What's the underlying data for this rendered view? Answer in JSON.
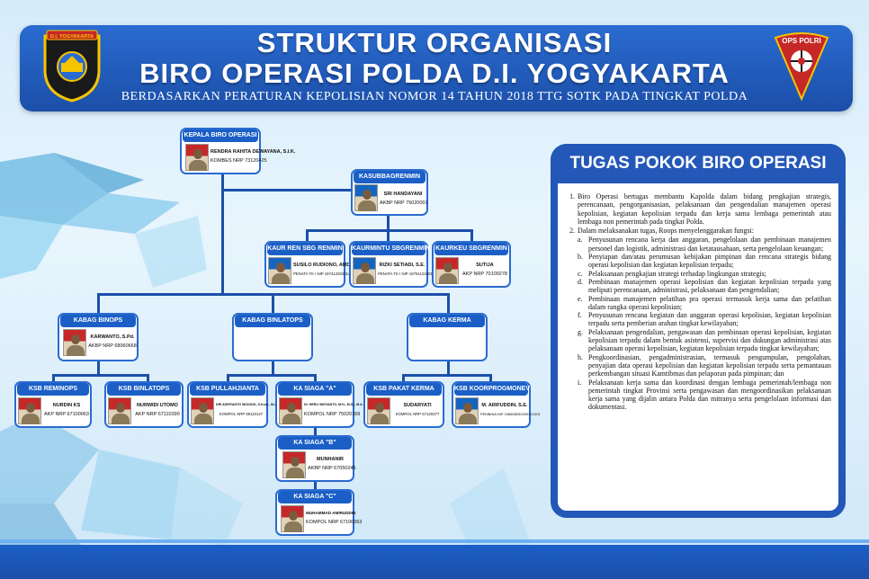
{
  "header": {
    "title_line1": "STRUKTUR ORGANISASI",
    "title_line2": "BIRO OPERASI POLDA D.I. YOGYAKARTA",
    "subtitle": "BERDASARKAN PERATURAN KEPOLISIAN NOMOR 14 TAHUN 2018 TTG SOTK PADA TINGKAT POLDA",
    "logo_left_text": "D.I. YOGYAKARTA",
    "logo_right_text": "OPS POLRI"
  },
  "org": {
    "kepala": {
      "title": "KEPALA BIRO OPERASI",
      "name": "RENDRA RAHITA DEWAYANA, S.I.K.",
      "rank": "KOMBES NRP 73120425"
    },
    "kasubbag": {
      "title": "KASUBBAGRENMIN",
      "name": "SRI HANDAYANI",
      "rank": "AKBP NRP 75020001"
    },
    "kaur_ren": {
      "title": "KAUR REN SBG RENMIN",
      "name": "SUSILO RUDIONO, AMD.",
      "rank": "PENATA TK I NIP 197412202012001"
    },
    "kaurmintu": {
      "title": "KAURMINTU SBGRENMIN",
      "name": "RIZKI SETIADI, S.E.",
      "rank": "PENATA TK I NIP 197611220012001"
    },
    "kaurkeu": {
      "title": "KAURKEU SBGRENMIN",
      "name": "SUTIJA",
      "rank": "AKP NRP 70100278"
    },
    "kabag_binops": {
      "title": "KABAG BINOPS",
      "name": "KARWANTO, S.Pd.",
      "rank": "AKBP NRP 68060668"
    },
    "kabag_binlatops": {
      "title": "KABAG BINLATOPS"
    },
    "kabag_kerma": {
      "title": "KABAG KERMA"
    },
    "ksb_reminops": {
      "title": "KSB REMINOPS",
      "name": "NURDIN KS",
      "rank": "AKP NRP 67100063"
    },
    "ksb_binlatops": {
      "title": "KSB BINLATOPS",
      "name": "NURWIDI UTOMO",
      "rank": "AKP NRP 67110390"
    },
    "ksb_pullahjianta": {
      "title": "KSB PULLAHJIANTA",
      "name": "DRI ADRIYANTO WIJIONO, S.Kom., M.A.",
      "rank": "KOMPOL NRP 69110147"
    },
    "ka_siaga_a": {
      "title": "KA SIAGA \"A\"",
      "name": "Dr. HERU WIDYANTO, M.H., M.Si., M.A.P.",
      "rank": "KOMPOL NRP 75020169"
    },
    "ka_siaga_b": {
      "title": "KA SIAGA \"B\"",
      "name": "MUNHANIR",
      "rank": "AKBP NRP 67050245"
    },
    "ka_siaga_c": {
      "title": "KA SIAGA \"C\"",
      "name": "MUHAMMAD AMIRUDDIN",
      "rank": "KOMPOL NRP 67100063"
    },
    "ksb_pakat_kerma": {
      "title": "KSB PAKAT KERMA",
      "name": "SUDARYATI",
      "rank": "KOMPOL NRP 67120377"
    },
    "ksb_koorprogmonev": {
      "title": "KSB KOORPROGMONEV",
      "name": "M. ARIFUDDIN, S.E.",
      "rank": "PEMBINA NIP 196808252009121001"
    }
  },
  "tasks": {
    "title": "TUGAS POKOK BIRO OPERASI",
    "items": [
      {
        "num": "1.",
        "text": "Biro Operasi bertugas membantu Kapolda dalam bidang pengkajian strategis, perencanaan, pengorganisasian, pelaksanaan dan pengendalian manajemen operasi kepolisian, kegiatan kepolisian terpadu dan kerja sama lembaga pemerintah atau lembaga non pemerintah pada tingkat Polda."
      },
      {
        "num": "2.",
        "text": "Dalam melaksanakan tugas, Roops menyelenggarakan fungsi:",
        "sub": [
          {
            "num": "a.",
            "text": "Penyusunan rencana kerja dan anggaran, pengelolaan dan pembinaan manajemen personel dan logistik, administrasi dan ketatausahaan, serta pengelolaan keuangan;"
          },
          {
            "num": "b.",
            "text": "Penyiapan dan/atau perumusan kebijakan pimpinan dan rencana strategis bidang operasi kepolisian dan kegiatan kepolisian terpadu;"
          },
          {
            "num": "c.",
            "text": "Pelaksanaan pengkajian strategi terhadap lingkungan strategis;"
          },
          {
            "num": "d.",
            "text": "Pembinaan manajemen operasi kepolisian dan kegiatan kepolisian terpadu yang meliputi perencanaan, administrasi, pelaksanaan dan pengendalian;"
          },
          {
            "num": "e.",
            "text": "Pembinaan manajemen pelatihan pra operasi termasuk kerja sama dan pelatihan dalam rangka operasi kepolisian;"
          },
          {
            "num": "f.",
            "text": "Penyusunan rencana kegiatan dan anggaran operasi kepolisian, kegiatan kepolisian terpadu serta pemberian arahan tingkat kewilayahan;"
          },
          {
            "num": "g.",
            "text": "Pelaksanaan pengendalian, pengawasan dan pembinaan operasi kepolisian, kegiatan kepolisian terpadu dalam bentuk asistensi, supervisi dan dukungan administrasi atas pelaksanaan operasi kepolisian, kegiatan kepolisian terpadu tingkat kewilayahan;"
          },
          {
            "num": "h.",
            "text": "Pengkoordinasian, pengadministrasian, termasuk pengumpulan, pengolahan, penyajian data operasi kepolisian dan kegiatan kepolisian terpadu serta pemantauan perkembangan situasi Kamtibmas dan pelaporan pada pimpinan; dan"
          },
          {
            "num": "i.",
            "text": "Pelaksanaan kerja sama dan koordinasi dengan lembaga pemerintah/lembaga non pemerintah tingkat Provinsi serta pengawasan dan mengoordinasikan pelaksanaan kerja sama yang dijalin antara Polda dan mitranya serta pengelolaan informasi dan dokumentasi."
          }
        ]
      }
    ]
  }
}
